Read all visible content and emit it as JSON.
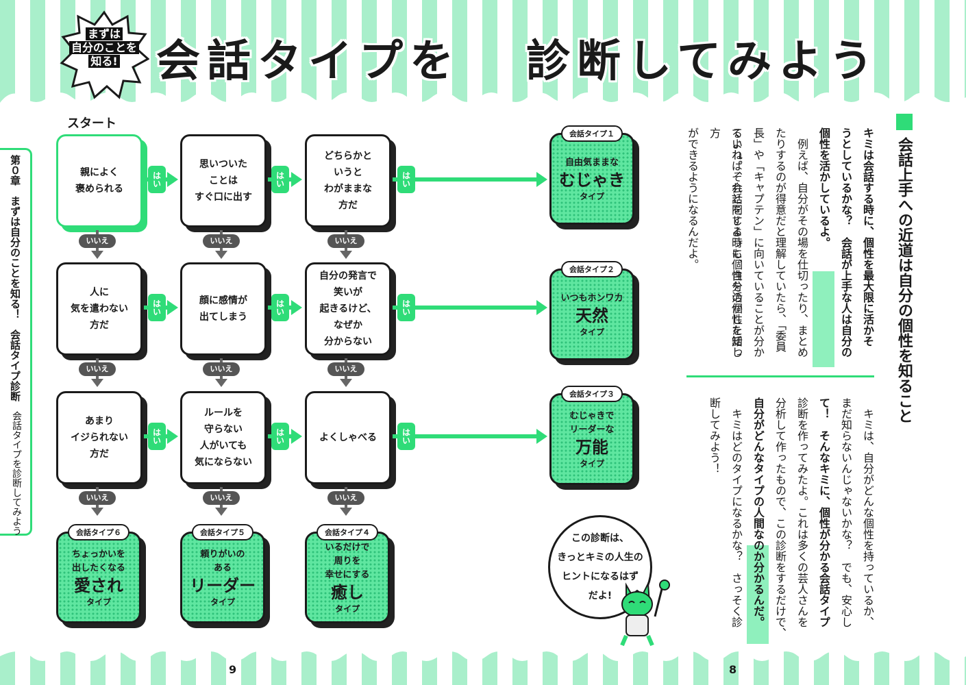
{
  "header": {
    "badge": [
      "まずは",
      "自分のことを",
      "知る!"
    ],
    "title_left": "会話タイプを",
    "title_right": "診断してみよう"
  },
  "sidebar": {
    "chapter": "第０章　まずは自分のことを知る！　会話タイプ診断",
    "subtitle": "会話タイプを診断してみよう"
  },
  "flow": {
    "start_label": "スタート",
    "yes_label": "はい",
    "no_label": "いいえ",
    "questions": [
      [
        "親によく\n褒められる",
        "思いついた\nことは\nすぐ口に出す",
        "どちらかと\nいうと\nわがままな\n方だ"
      ],
      [
        "人に\n気を遣わない\n方だ",
        "顔に感情が\n出てしまう",
        "自分の発言で\n笑いが\n起きるけど、\nなぜか\n分からない"
      ],
      [
        "あまり\nイジられない\n方だ",
        "ルールを\n守らない\n人がいても\n気にならない",
        "よくしゃべる"
      ]
    ],
    "right_types": [
      {
        "label": "会話タイプ１",
        "sub": "自由気ままな",
        "big": "むじゃき",
        "small": "タイプ"
      },
      {
        "label": "会話タイプ２",
        "sub": "いつもホンワカ",
        "big": "天然",
        "small": "タイプ"
      },
      {
        "label": "会話タイプ３",
        "sub": "むじゃきで\nリーダーな",
        "big": "万能",
        "small": "タイプ"
      }
    ],
    "bottom_types": [
      {
        "label": "会話タイプ６",
        "sub": "ちょっかいを\n出したくなる",
        "big": "愛され",
        "small": "タイプ"
      },
      {
        "label": "会話タイプ５",
        "sub": "頼りがいの\nある",
        "big": "リーダー",
        "small": "タイプ"
      },
      {
        "label": "会話タイプ４",
        "sub": "いるだけで\n周りを\n幸せにする",
        "big": "癒し",
        "small": "タイプ"
      }
    ]
  },
  "bubble": "この診断は、\nきっとキミの人生の\nヒントになるはず\nだよ!",
  "article": {
    "heading": "会話上手への近道は自分の個性を知ること",
    "section1": [
      "キミは会話する時に、個性を最大限に活かそ",
      "うとしているかな？　会話が上手な人は自分の",
      "個性を活かしているよ。",
      "　例えば、自分がその場を仕切ったり、まとめ",
      "たりするのが得意だと理解していたら、「委員",
      "長」や「キャプテン」に向いていることが分か",
      "るよね。それと同じように、自分の個性を知っ",
      "ていれば、会話をする時も個性を活かした話し方",
      "ができるようになるんだよ。"
    ],
    "section2": [
      "　キミは、自分がどんな個性を持っているか、",
      "まだ知らないんじゃないかな？　でも、安心し",
      "て！　そんなキミに、個性が分かる会話タイプ",
      "診断を作ってみたよ。これは多くの芸人さんを",
      "分析して作ったもので、この診断をするだけで、",
      "自分がどんなタイプの人間なのか分かるんだ。",
      "　キミはどのタイプになるかな？　さっそく診",
      "断してみよう！"
    ]
  },
  "page_numbers": {
    "left": "9",
    "right": "8"
  },
  "colors": {
    "accent": "#2fdc78",
    "stripe": "#a9efcb",
    "ink": "#1a1a1a"
  }
}
